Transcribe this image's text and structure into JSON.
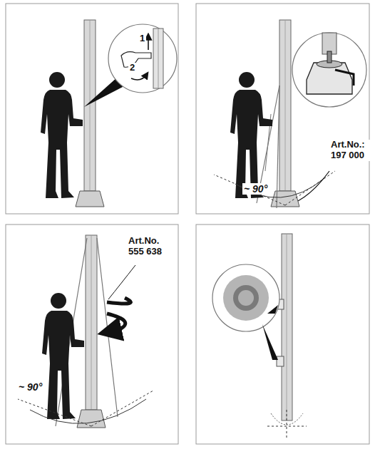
{
  "diagram": {
    "labels": [
      "1",
      "2",
      "Art.No.: 197 000",
      "~ 90°",
      "~ 90°",
      "Art.No. 555 638"
    ]
  }
}
